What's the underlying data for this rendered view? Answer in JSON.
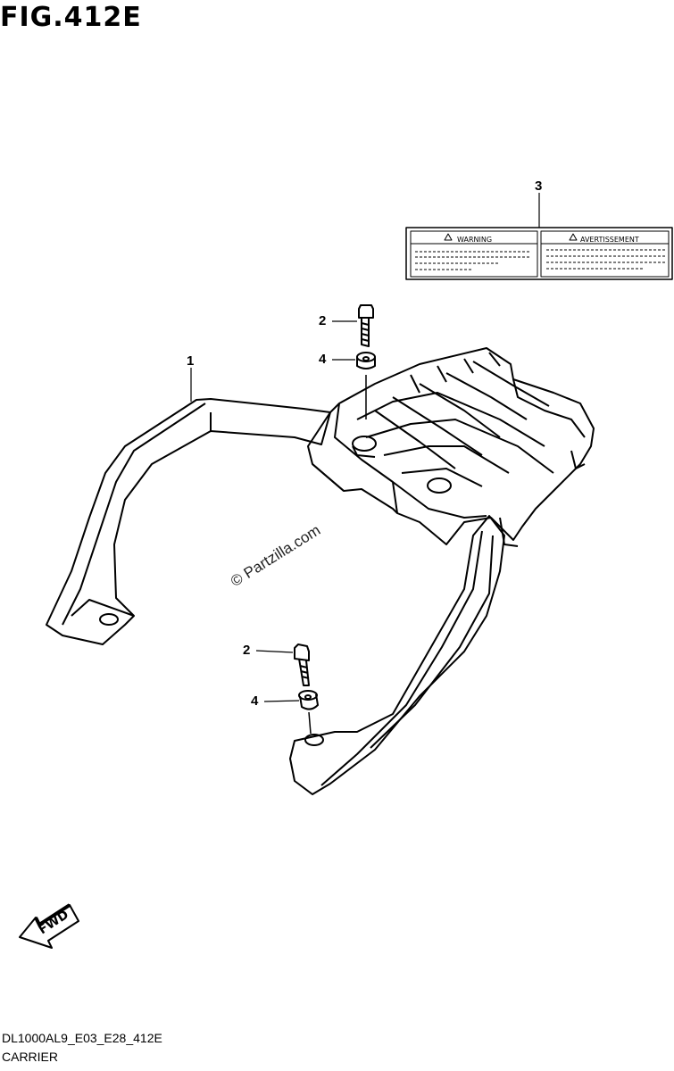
{
  "figure": {
    "title": "FIG.412E",
    "code": "DL1000AL9_E03_E28_412E",
    "name": "CARRIER",
    "watermark": "© Partzilla.com"
  },
  "callouts": [
    {
      "id": "callout-1",
      "number": "1"
    },
    {
      "id": "callout-2a",
      "number": "2"
    },
    {
      "id": "callout-2b",
      "number": "2"
    },
    {
      "id": "callout-3",
      "number": "3"
    },
    {
      "id": "callout-4a",
      "number": "4"
    },
    {
      "id": "callout-4b",
      "number": "4"
    }
  ],
  "label_decal": {
    "left_heading": "WARNING",
    "right_heading": "AVERTISSEMENT"
  },
  "fwd_arrow": {
    "text": "FWD"
  }
}
